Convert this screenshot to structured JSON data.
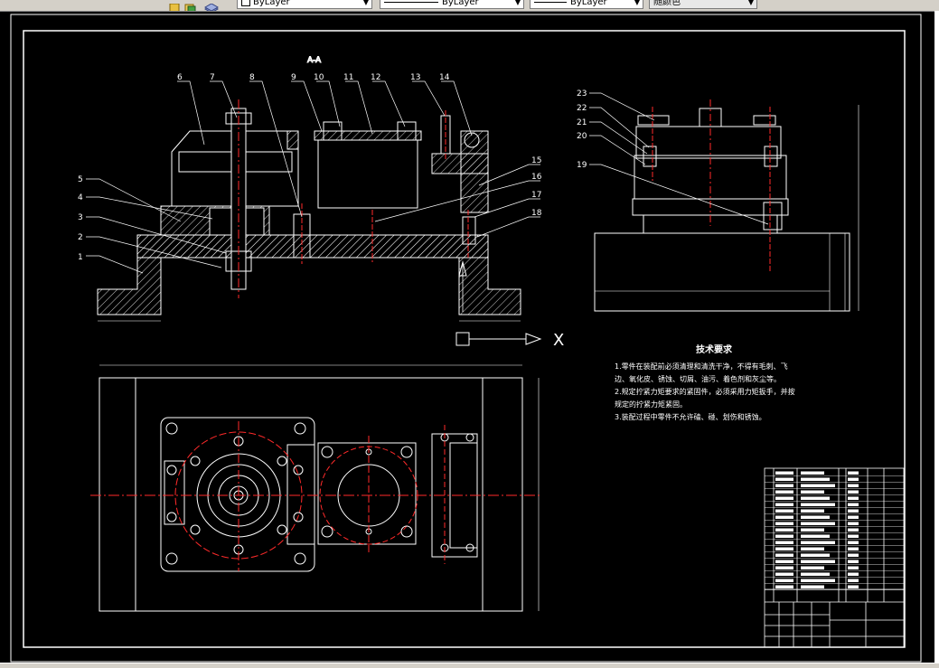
{
  "toolbar": {
    "layer_color": "ByLayer",
    "linetype": "ByLayer",
    "lineweight": "ByLayer",
    "plot_style": "随颜色"
  },
  "drawing": {
    "section_title": "A-A",
    "callouts": [
      "1",
      "2",
      "3",
      "4",
      "5",
      "6",
      "7",
      "8",
      "9",
      "10",
      "11",
      "12",
      "13",
      "14",
      "15",
      "16",
      "17",
      "18",
      "19",
      "20",
      "21",
      "22",
      "23"
    ],
    "tech_req_title": "技术要求",
    "tech_req_lines": [
      "1.零件在装配前必须清理和清洗干净，不得有毛刺、飞",
      "边、氧化皮、锈蚀、切屑、油污、着色剂和灰尘等。",
      "2.规定拧紧力矩要求的紧固件，必须采用力矩扳手，并按",
      "规定的拧紧力矩紧固。",
      "3.装配过程中零件不允许磕、碰、划伤和锈蚀。"
    ],
    "axis_x_label": "X"
  }
}
